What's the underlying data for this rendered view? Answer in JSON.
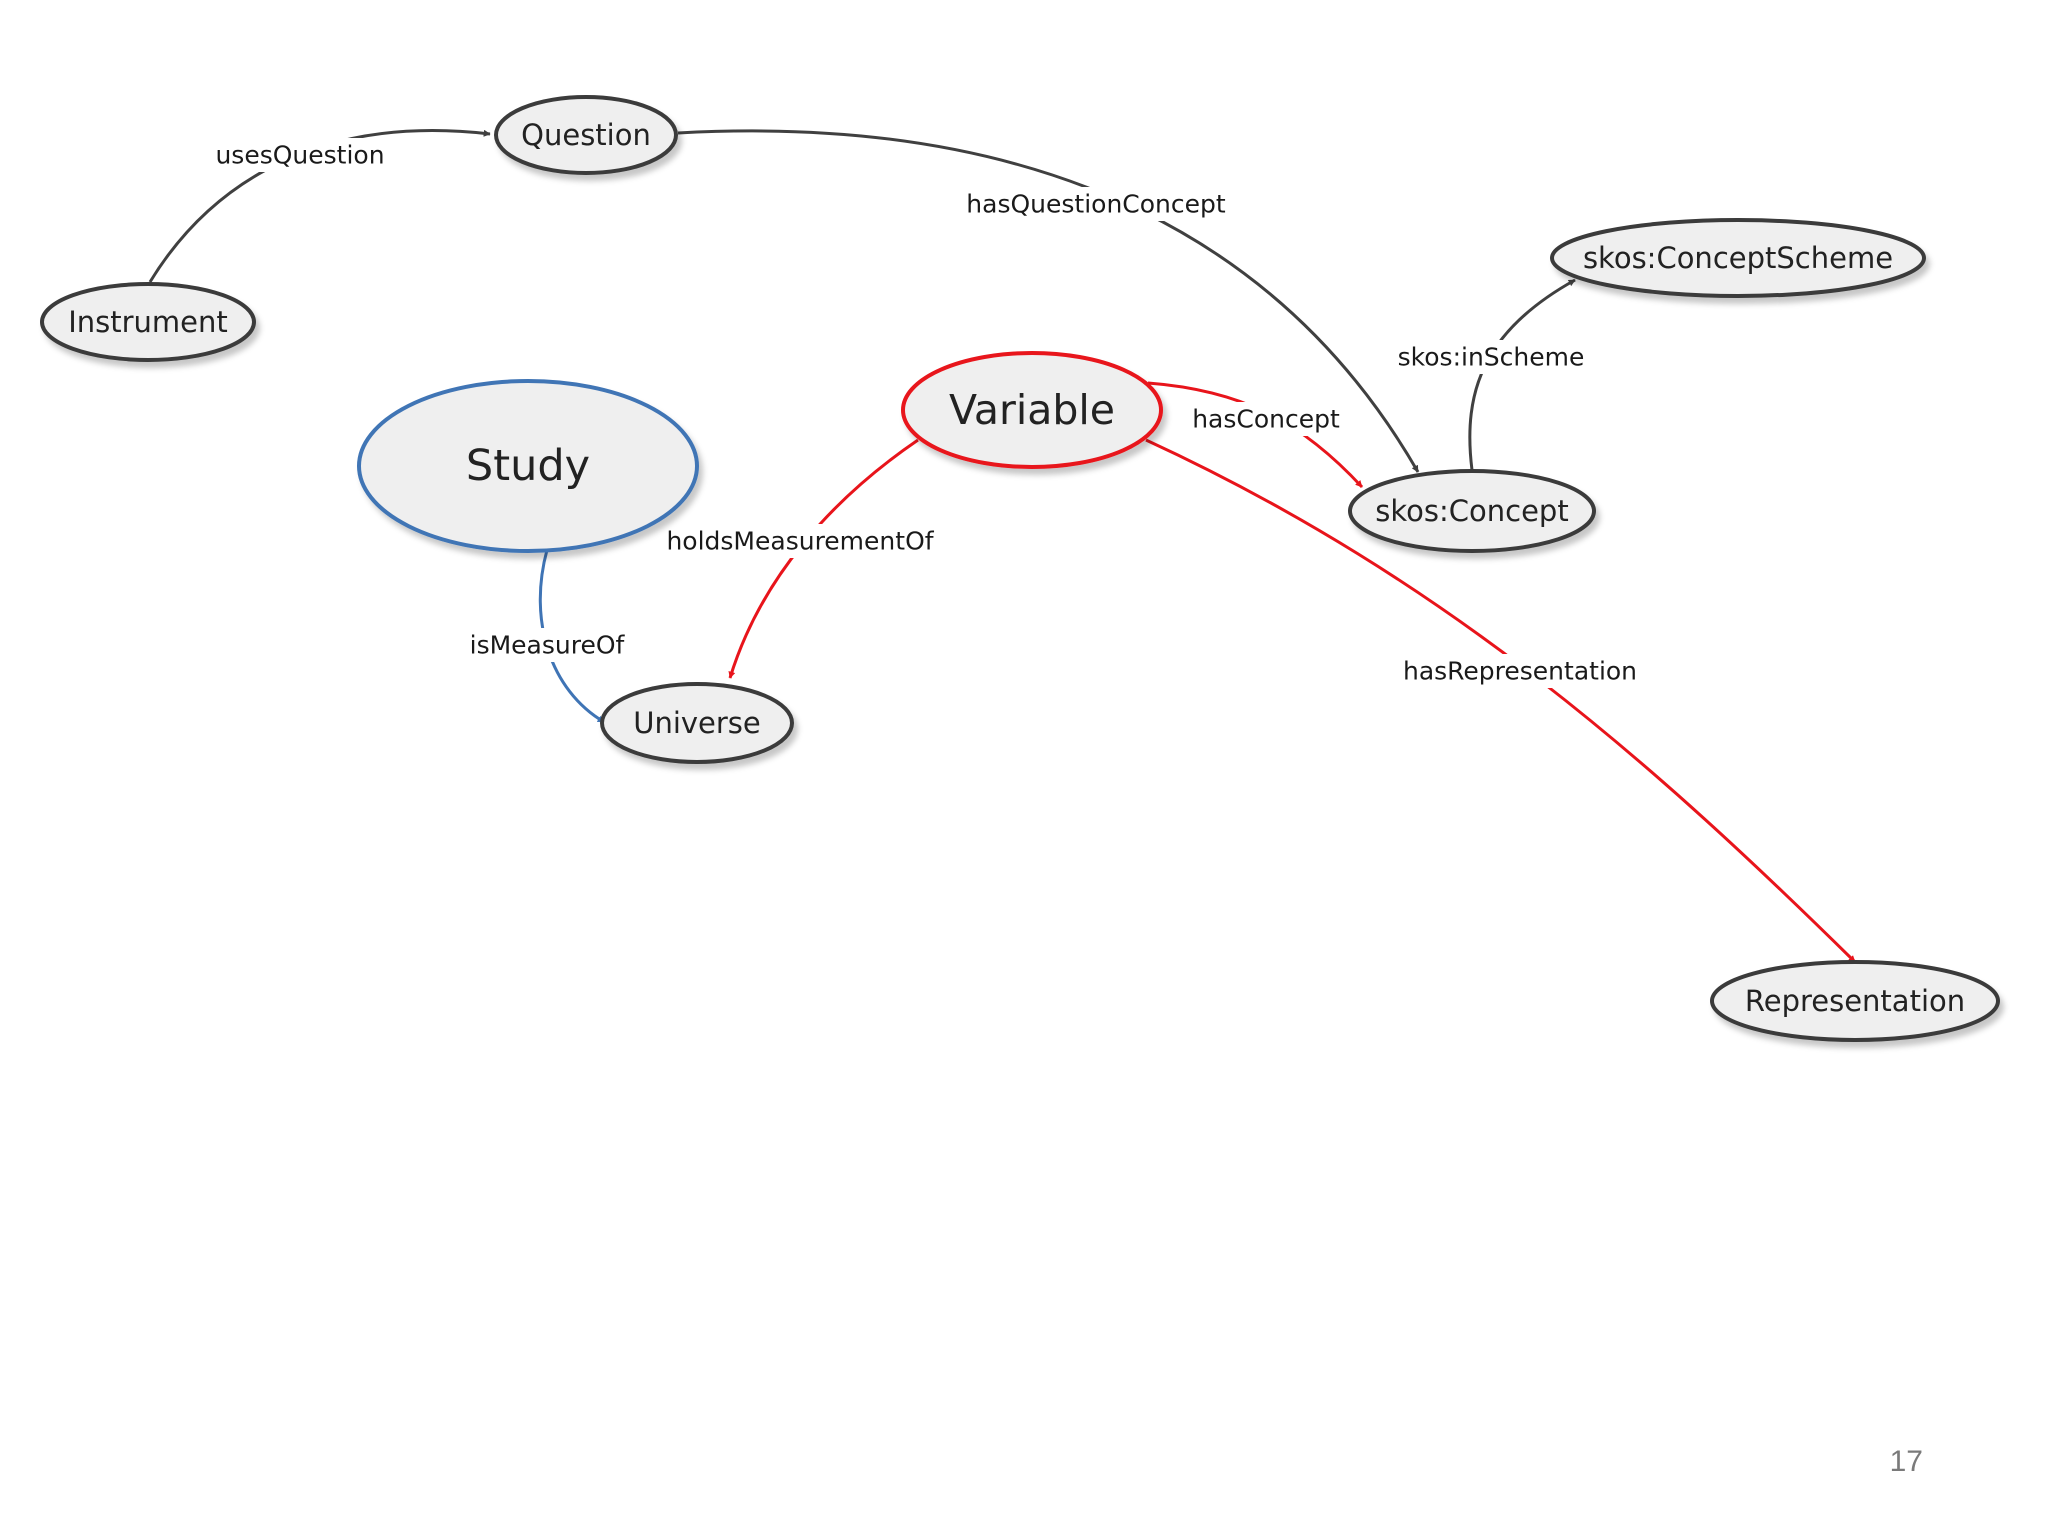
{
  "nodes": {
    "question": "Question",
    "instrument": "Instrument",
    "concept_scheme": "skos:ConceptScheme",
    "variable": "Variable",
    "study": "Study",
    "concept": "skos:Concept",
    "universe": "Universe",
    "representation": "Representation"
  },
  "edges": {
    "uses_question": "usesQuestion",
    "has_question_concept": "hasQuestionConcept",
    "in_scheme": "skos:inScheme",
    "has_concept": "hasConcept",
    "holds_measurement_of": "holdsMeasurementOf",
    "is_measure_of": "isMeasureOf",
    "has_representation": "hasRepresentation"
  },
  "colors": {
    "default_edge": "#404040",
    "highlight_red": "#e8141b",
    "study_blue": "#3f74b5"
  },
  "page_number": "17"
}
